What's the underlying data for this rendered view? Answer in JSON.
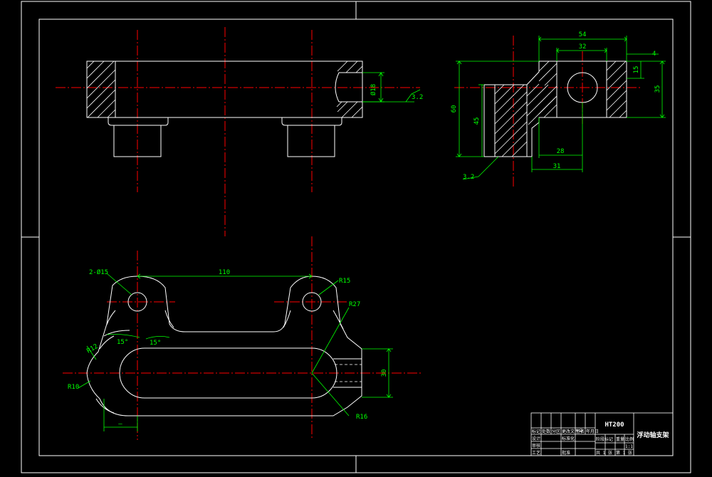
{
  "drawing": {
    "colors": {
      "background": "#000000",
      "outline": "#ffffff",
      "centerline": "#ff0000",
      "dimension": "#00ff00",
      "hatch": "#ffffff"
    },
    "front_view": {
      "dims": {
        "bore": "Ø18",
        "roughness": "3.2"
      }
    },
    "side_view": {
      "dims": {
        "overall_width": "54",
        "inner_width": "32",
        "top_small": "4",
        "height_total": "60",
        "height_body": "45",
        "height_right": "35",
        "height_top": "15",
        "offset_28": "28",
        "offset_31": "31",
        "roughness": "3.2"
      }
    },
    "top_view": {
      "dims": {
        "holes": "2-Ø15",
        "center_distance": "110",
        "radius_15": "R15",
        "radius_27": "R27",
        "angle_left": "15°",
        "angle_right": "15°",
        "radius_12": "R12",
        "radius_10": "R10",
        "radius_16": "R16",
        "width_30": "30",
        "bottom_dim": "—"
      }
    },
    "title_block": {
      "material": "HT200",
      "part_name": "浮动轴支架",
      "row_labels": [
        "标记",
        "处数",
        "分区",
        "更改文件号",
        "签名",
        "年月日"
      ],
      "design": "设计",
      "standard": "标准化",
      "check": "审核",
      "process": "工艺",
      "approve": "批准",
      "stage": "阶段标记",
      "weight": "重量",
      "scale": "比例",
      "sheet_total": "共 1 张",
      "sheet_no": "第 1 张",
      "scale_value": "1:1"
    }
  }
}
